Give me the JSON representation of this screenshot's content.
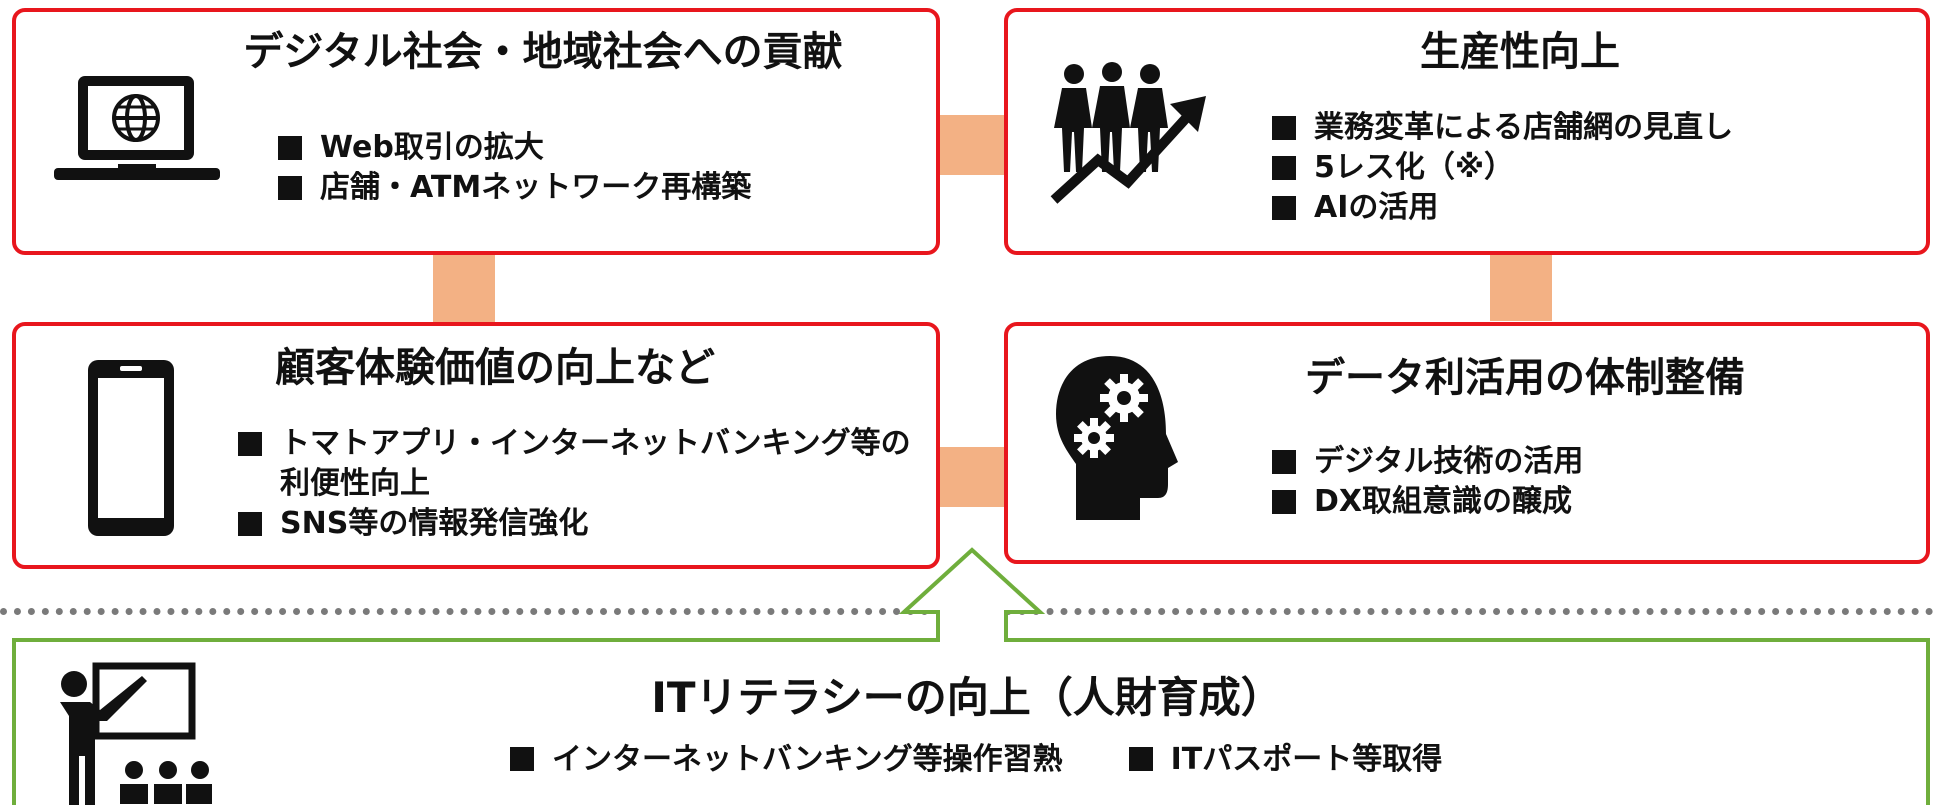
{
  "boxes": {
    "digital": {
      "title": "デジタル社会・地域社会への貢献",
      "icon": "laptop-globe-icon",
      "bullets": [
        "Web取引の拡大",
        "店舗・ATMネットワーク再構築"
      ]
    },
    "productivity": {
      "title": "生産性向上",
      "icon": "people-growth-icon",
      "bullets": [
        "業務変革による店舗網の見直し",
        "5レス化（※）",
        "AIの活用"
      ]
    },
    "customer": {
      "title": "顧客体験価値の向上など",
      "icon": "smartphone-icon",
      "bullets": [
        "トマトアプリ・インターネットバンキング等の",
        "利便性向上",
        "SNS等の情報発信強化"
      ]
    },
    "data": {
      "title": "データ利活用の体制整備",
      "icon": "head-gears-icon",
      "bullets": [
        "デジタル技術の活用",
        "DX取組意識の醸成"
      ]
    }
  },
  "foundation": {
    "title": "ITリテラシーの向上（人財育成）",
    "icon": "teacher-presentation-icon",
    "bullets": [
      "インターネットバンキング等操作習熟",
      "ITパスポート等取得"
    ]
  },
  "colors": {
    "box_border": "#e8161d",
    "connector": "#f3b184",
    "foundation_border": "#6fae3c",
    "dotted_line": "#7a7a7a"
  }
}
